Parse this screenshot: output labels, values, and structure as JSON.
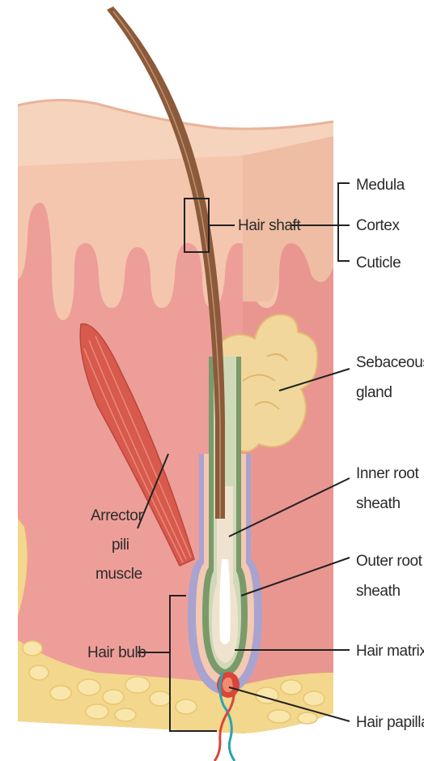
{
  "labels": {
    "hair_shaft": "Hair shaft",
    "medula": "Medula",
    "cortex": "Cortex",
    "cuticle": "Cuticle",
    "sebaceous_line1": "Sebaceous",
    "sebaceous_line2": "gland",
    "inner_root_line1": "Inner root",
    "inner_root_line2": "sheath",
    "outer_root_line1": "Outer root",
    "outer_root_line2": "sheath",
    "hair_matrix": "Hair matrix",
    "hair_papilla": "Hair papilla",
    "hair_bulb": "Hair bulb",
    "arrector_line1": "Arrector",
    "arrector_line2": "pili",
    "arrector_line3": "muscle"
  },
  "colors": {
    "epidermis_top": "#f6d3bc",
    "epidermis_front": "#f4c6ad",
    "dermis": "#e9928f",
    "dermis_front": "#ee9e99",
    "fat": "#f3d78c",
    "hair": "#8b5a3a",
    "sebaceous": "#f2d79c",
    "muscle": "#d85a4c",
    "inner_sheath": "#7a9a6a",
    "outer_sheath": "#a9a3cf",
    "papilla": "#d8463a",
    "vessel": "#2aa3b5"
  }
}
